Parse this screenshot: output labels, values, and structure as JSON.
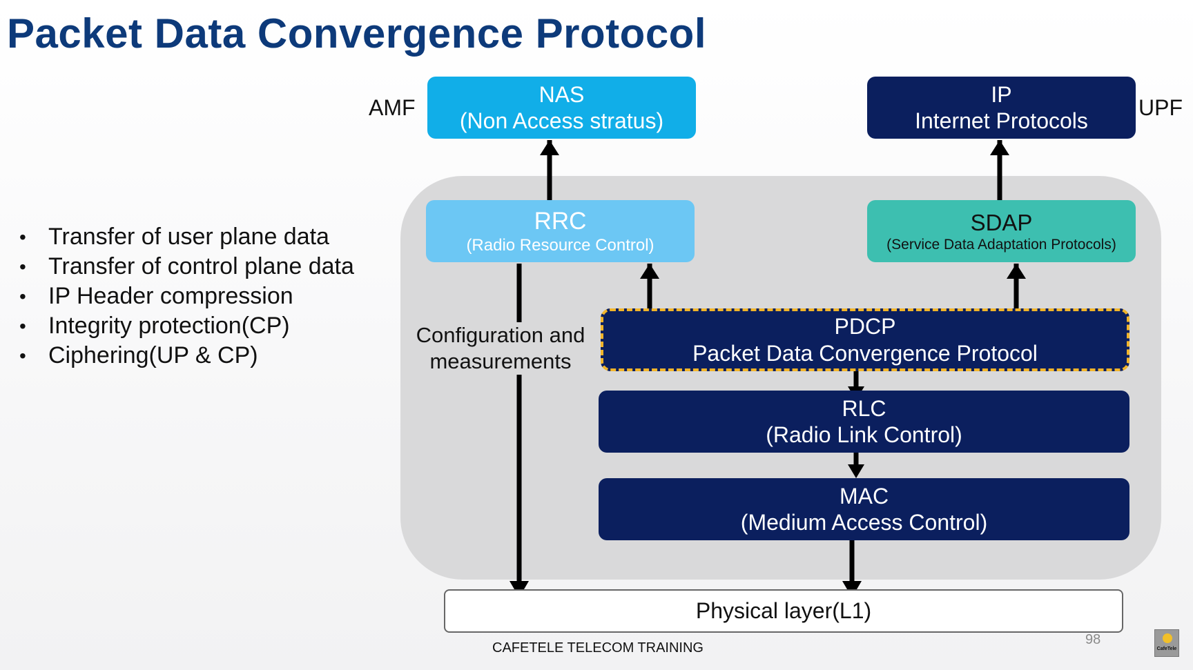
{
  "title": "Packet Data Convergence Protocol",
  "bullets": [
    "Transfer of user plane data",
    "Transfer of control plane data",
    "IP Header compression",
    "Integrity protection(CP)",
    "Ciphering(UP & CP)"
  ],
  "labels": {
    "amf": "AMF",
    "upf": "UPF"
  },
  "nas": {
    "line1": "NAS",
    "line2": "(Non Access stratus)"
  },
  "ip": {
    "line1": "IP",
    "line2": "Internet Protocols"
  },
  "rrc": {
    "line1": "RRC",
    "line2": "(Radio Resource Control)"
  },
  "sdap": {
    "line1": "SDAP",
    "line2": "(Service Data Adaptation Protocols)"
  },
  "pdcp": {
    "line1": "PDCP",
    "line2": "Packet Data Convergence Protocol"
  },
  "rlc": {
    "line1": "RLC",
    "line2": "(Radio Link Control)"
  },
  "mac": {
    "line1": "MAC",
    "line2": "(Medium Access Control)"
  },
  "phy": {
    "line1": "Physical layer(L1)"
  },
  "config": {
    "line1": "Configuration and",
    "line2": "measurements"
  },
  "footer": "CAFETELE TELECOM TRAINING",
  "page_number": "98",
  "logo_text": "CafeTele",
  "colors": {
    "title": "#0d3a7a",
    "nas": "#11aee8",
    "rrc": "#6cc7f4",
    "sdap": "#3dbfb0",
    "dark_box": "#0b1f5e",
    "pdcp_border": "#f2b52b",
    "panel": "#d9d9da"
  }
}
